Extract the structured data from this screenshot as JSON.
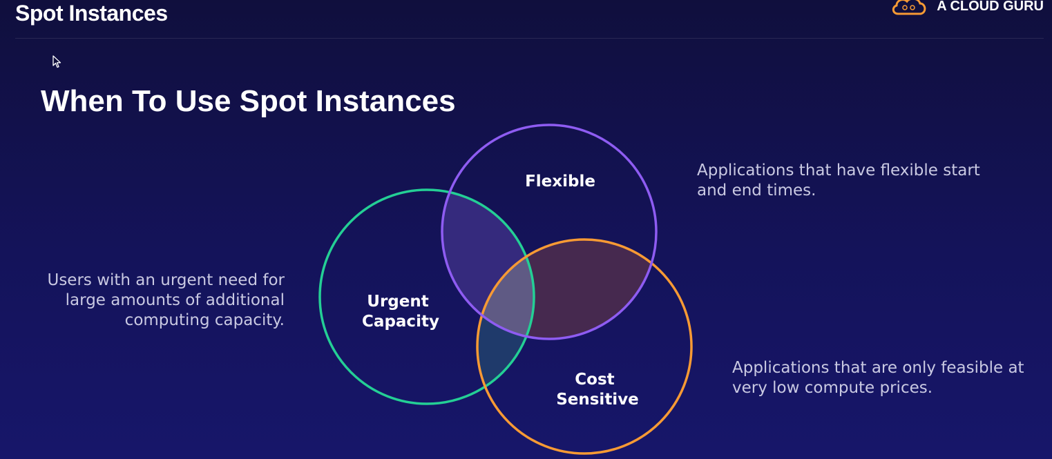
{
  "header": {
    "title": "Spot Instances",
    "brand_name": "A CLOUD GURU"
  },
  "slide": {
    "heading": "When To Use Spot Instances"
  },
  "venn": {
    "circles": [
      {
        "name": "flexible",
        "label_lines": [
          "Flexible"
        ],
        "color": "#8e5cf2",
        "description": "Applications that have flexible start and end times."
      },
      {
        "name": "urgent-capacity",
        "label_lines": [
          "Urgent",
          "Capacity"
        ],
        "color": "#24cf95",
        "description": "Users with an urgent need for large amounts of additional computing capacity."
      },
      {
        "name": "cost-sensitive",
        "label_lines": [
          "Cost",
          "Sensitive"
        ],
        "color": "#f79a34",
        "description": "Applications that are only feasible at very low compute prices."
      }
    ],
    "overlap_colors": {
      "flexible_urgent": "#352a7d",
      "flexible_cost": "#46294f",
      "urgent_cost": "#1f3a6b",
      "all_three": "#5f5a84"
    }
  }
}
